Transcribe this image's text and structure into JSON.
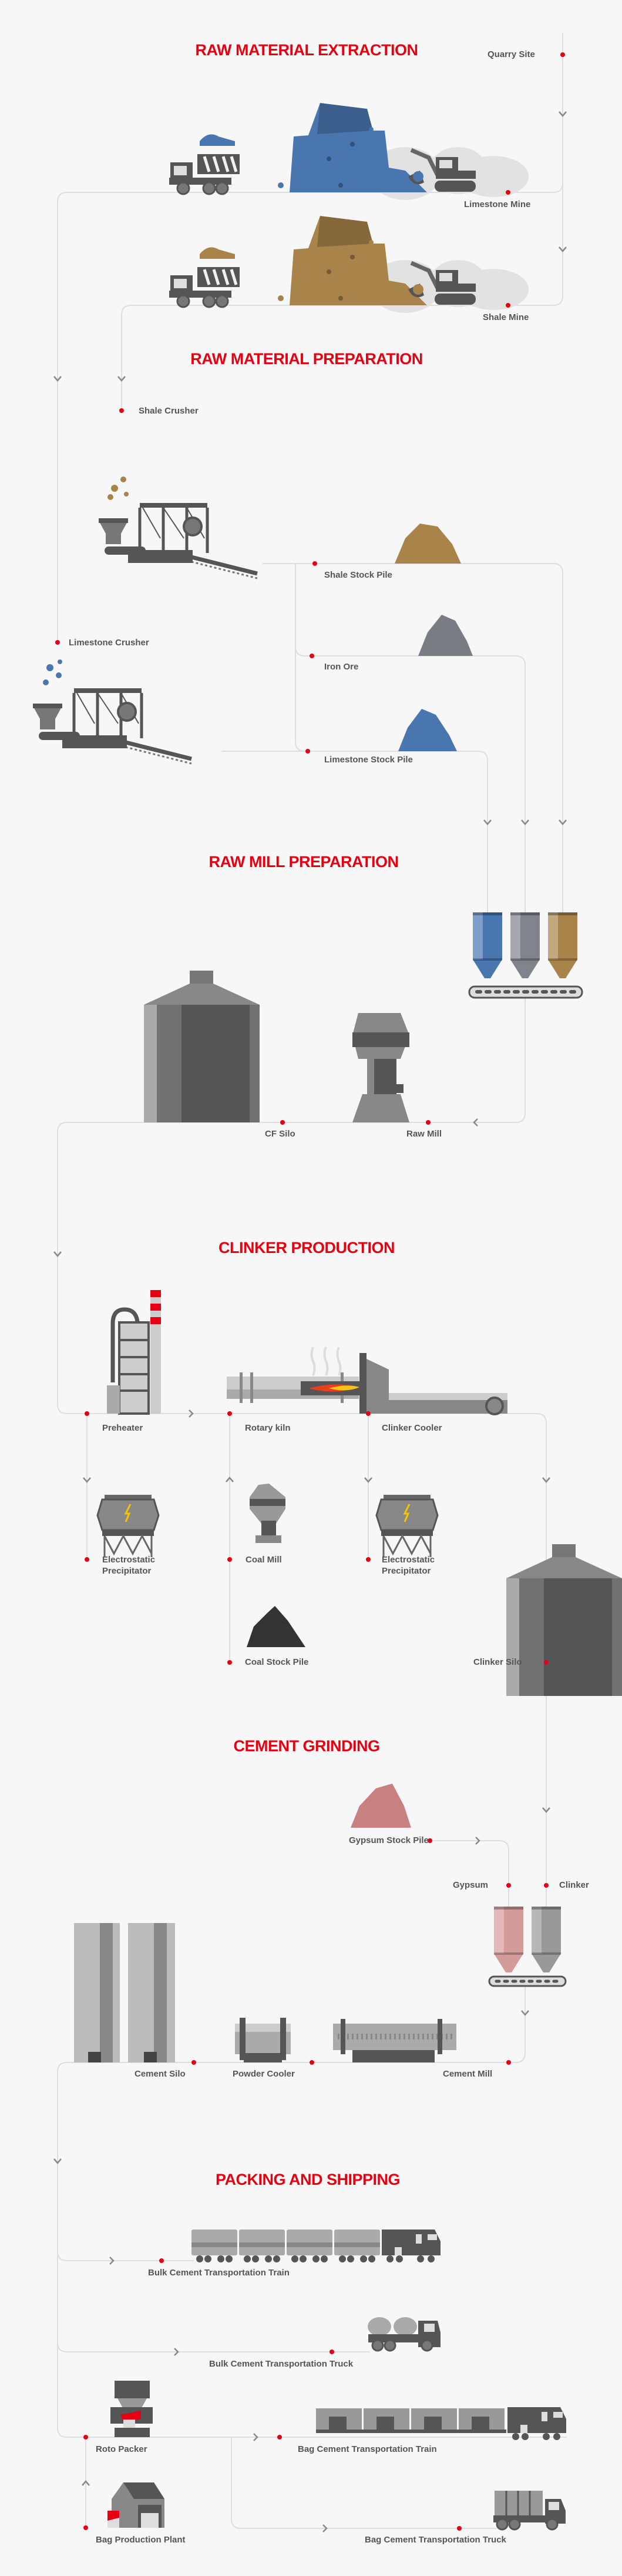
{
  "colors": {
    "accent": "#e60012",
    "limestone": "#4a76b0",
    "shale": "#a8844a",
    "iron_ore": "#7a7c84",
    "gypsum": "#c98080",
    "coal": "#333333",
    "machine": "#555555"
  },
  "sections": {
    "extraction": {
      "title": "RAW MATERIAL EXTRACTION",
      "labels": {
        "quarry": "Quarry Site",
        "limestone_mine": "Limestone Mine",
        "shale_mine": "Shale Mine"
      }
    },
    "preparation": {
      "title": "RAW MATERIAL PREPARATION",
      "labels": {
        "shale_crusher": "Shale Crusher",
        "shale_pile": "Shale Stock Pile",
        "iron_ore": "Iron Ore",
        "limestone_crusher": "Limestone Crusher",
        "limestone_pile": "Limestone Stock Pile"
      }
    },
    "raw_mill": {
      "title": "RAW MILL PREPARATION",
      "labels": {
        "cf_silo": "CF Silo",
        "raw_mill": "Raw Mill"
      }
    },
    "clinker": {
      "title": "CLINKER PRODUCTION",
      "labels": {
        "preheater": "Preheater",
        "rotary_kiln": "Rotary kiln",
        "clinker_cooler": "Clinker Cooler",
        "esp1_a": "Electrostatic",
        "esp1_b": "Precipitator",
        "coal_mill": "Coal Mill",
        "esp2_a": "Electrostatic",
        "esp2_b": "Precipitator",
        "coal_pile": "Coal Stock Pile",
        "clinker_silo": "Clinker Silo"
      }
    },
    "grinding": {
      "title": "CEMENT GRINDING",
      "labels": {
        "gypsum_pile": "Gypsum  Stock Pile",
        "gypsum": "Gypsum",
        "clinker": "Clinker",
        "cement_silo": "Cement Silo",
        "powder_cooler": "Powder Cooler",
        "cement_mill": "Cement Mill"
      }
    },
    "packing": {
      "title": "PACKING AND SHIPPING",
      "labels": {
        "bulk_train": "Bulk Cement Transportation Train",
        "bulk_truck": "Bulk Cement Transportation Truck",
        "roto_packer": "Roto Packer",
        "bag_train": "Bag Cement Transportation Train",
        "bag_plant": "Bag Production Plant",
        "bag_truck": "Bag Cement Transportation Truck"
      }
    }
  }
}
